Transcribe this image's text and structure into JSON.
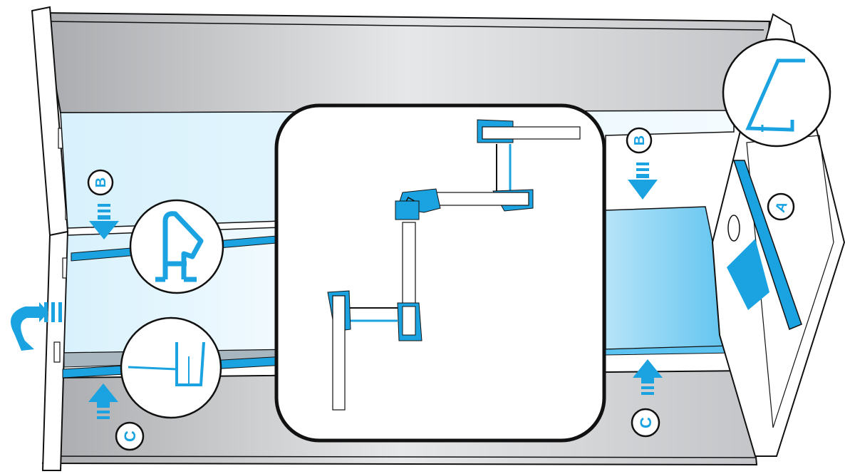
{
  "colors": {
    "accent": "#1aa3e0",
    "accent_light": "#c9ecfb",
    "outline": "#111111",
    "panel_grey": "#bfc1c4"
  },
  "markers": {
    "a": "A",
    "b": "B",
    "c": "C"
  },
  "icons": [
    "arrow-down-icon",
    "arrow-up-icon",
    "arrow-left-icon",
    "rotate-arrow-icon"
  ]
}
